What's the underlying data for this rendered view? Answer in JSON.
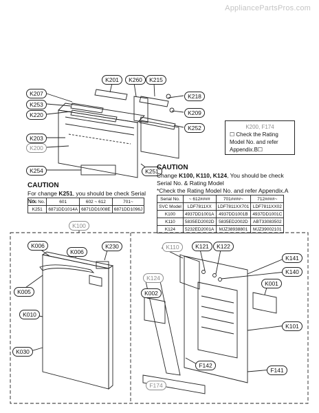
{
  "watermark": "AppliancePartsPros.com",
  "callouts": {
    "k201": "K201",
    "k260": "K260",
    "k215": "K215",
    "k207": "K207",
    "k218": "K218",
    "k253": "K253",
    "k209": "K209",
    "k220": "K220",
    "k252": "K252",
    "k203": "K203",
    "k200": "K200",
    "k251": "K251",
    "k254": "K254",
    "k100": "K100",
    "k006a": "K006",
    "k006b": "K006",
    "k230": "K230",
    "k005": "K005",
    "k010": "K010",
    "k030": "K030",
    "k110": "K110",
    "k121": "K121",
    "k122": "K122",
    "k141": "K141",
    "k124": "K124",
    "k140": "K140",
    "k002": "K002",
    "k001": "K001",
    "k101": "K101",
    "f142": "F142",
    "f141": "F141",
    "f174": "F174"
  },
  "note_box": {
    "header": "K200, F174",
    "lines": [
      "☐ Check the Rating",
      "Model No. and refer",
      "Appendix.B☐"
    ]
  },
  "caution_left": {
    "title": "CAUTION",
    "text_pre": "For change ",
    "text_bold": "K251",
    "text_post": ", you should be check Serial No."
  },
  "table_left": {
    "header": [
      "Loc No.",
      "601",
      "602 ~ 612",
      "701~"
    ],
    "row": [
      "K251",
      "6871DD1014A",
      "6871DD1008E",
      "6871DD1096J"
    ]
  },
  "caution_right": {
    "title": "CAUTION",
    "line1_pre": "Change ",
    "line1_bold": "K100, K110, K124",
    "line1_post": ", You should be check",
    "line2": "Serial No. & Rating Model",
    "line3": "*Check the Rating Model No. and refer Appendix.A"
  },
  "table_right": {
    "header": [
      "Serial No.",
      "~ 612####",
      "701####~",
      "712####~"
    ],
    "rows": [
      [
        "SVC Model",
        "LDF7811XX",
        "LDF7811XX701",
        "LDF7811XX02"
      ],
      [
        "K100",
        "4937DD1001A",
        "4937DD1001B",
        "4937DD1001C"
      ],
      [
        "K110",
        "5835ED2002D",
        "5835ED2002D",
        "ABT33083502"
      ],
      [
        "K124",
        "5232ED2001A",
        "MJZ38938801",
        "MJZ39002101"
      ]
    ]
  }
}
